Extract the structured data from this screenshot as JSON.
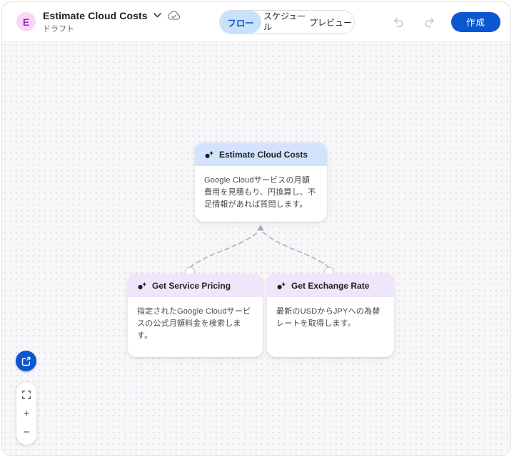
{
  "header": {
    "avatar_letter": "E",
    "title": "Estimate Cloud Costs",
    "status_label": "ドラフト",
    "create_button_label": "作成"
  },
  "view_tabs": {
    "flow_label": "フロー",
    "schedule_label": "スケジュール",
    "preview_label": "プレビュー",
    "selected": "フロー"
  },
  "nodes": [
    {
      "title": "Estimate Cloud Costs",
      "description": "Google Cloudサービスの月額費用を見積もり、円換算し、不足情報があれば質問します。",
      "header_color": "#d3e3fd"
    },
    {
      "title": "Get Service Pricing",
      "description": "指定されたGoogle Cloudサービスの公式月額料金を検索します。",
      "header_color": "#f0e6fb"
    },
    {
      "title": "Get Exchange Rate",
      "description": "最新のUSDからJPYへの為替レートを取得します。",
      "header_color": "#f0e6fb"
    }
  ],
  "canvas_controls": {
    "zoom_in_label": "+",
    "zoom_out_label": "−"
  },
  "icons": {
    "avatar": "agent-avatar",
    "title_chevron": "chevron-down-icon",
    "sync_status": "cloud-done-icon",
    "undo": "undo-icon",
    "redo": "redo-icon",
    "node_badge": "sparkle-icon",
    "canvas_action": "open-in-new-icon",
    "fit": "fit-screen-icon"
  },
  "colors": {
    "accent_blue": "#0b57d0",
    "selected_tab_bg": "#c9e1fb",
    "selected_tab_text": "#0b57d0",
    "node_header_blue": "#d3e3fd",
    "node_header_purple": "#f0e6fb",
    "avatar_bg": "#f7d8f5",
    "avatar_text": "#a61fc4",
    "connector": "#9aa0a6",
    "canvas_bg": "#f7f7f9"
  }
}
